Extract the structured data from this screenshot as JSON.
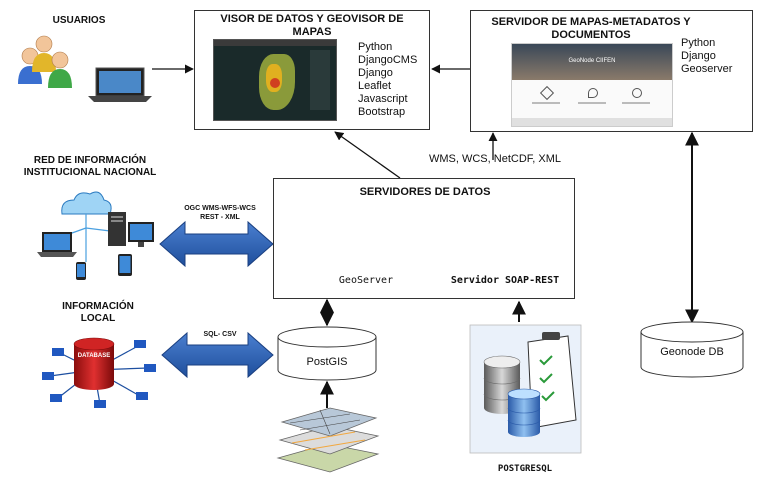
{
  "usuarios": {
    "label": "USUARIOS"
  },
  "visor": {
    "title": "VISOR DE DATOS Y GEOVISOR DE MAPAS",
    "tech": [
      "Python",
      "DjangoCMS",
      "Django",
      "Leaflet",
      "Javascript",
      "Bootstrap"
    ]
  },
  "servidor_mapas": {
    "title": "SERVIDOR DE MAPAS-METADATOS Y DOCUMENTOS",
    "tech": [
      "Python",
      "Django",
      "Geoserver"
    ],
    "screenshot_heading": "GeoNode CIIFEN"
  },
  "protocols": {
    "label": "WMS, WCS, NetCDF, XML"
  },
  "red_info": {
    "label": "RED DE INFORMACIÓN INSTITUCIONAL NACIONAL",
    "link_label": "OGC WMS-WFS-WCS REST - XML"
  },
  "servidores_datos": {
    "title": "SERVIDORES DE DATOS",
    "geoserver": "GeoServer",
    "soap": "Servidor SOAP-REST"
  },
  "info_local": {
    "label": "INFORMACIÓN LOCAL",
    "link_label": "SQL- CSV",
    "db_text": "DATABASE"
  },
  "postgis": {
    "label": "PostGIS"
  },
  "geonode_db": {
    "label": "Geonode DB"
  },
  "postgresql": {
    "label": "POSTGRESQL"
  }
}
